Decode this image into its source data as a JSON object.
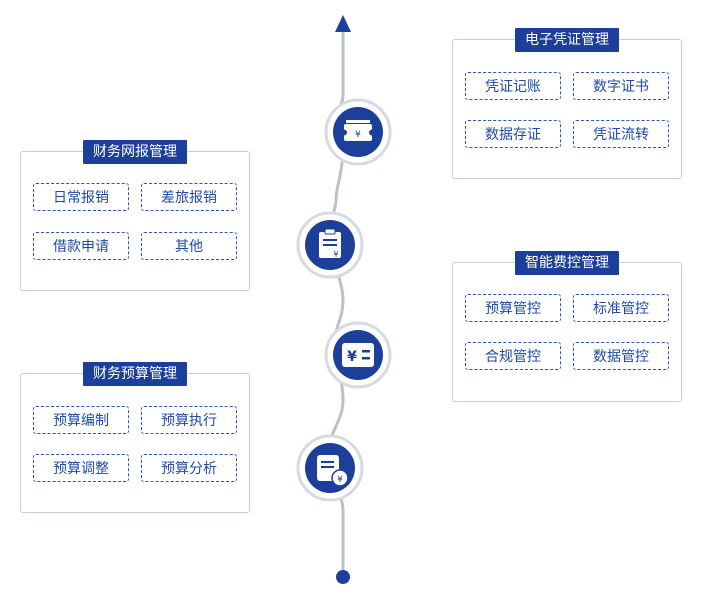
{
  "colors": {
    "primary": "#1d3f9c",
    "chip_text": "#1f4aa6",
    "line": "#bcc1c8"
  },
  "timeline": {
    "nodes": [
      {
        "icon": "ticket-icon"
      },
      {
        "icon": "clipboard-yen-icon"
      },
      {
        "icon": "yen-equals-icon"
      },
      {
        "icon": "document-yen-icon"
      }
    ]
  },
  "panels": {
    "voucher": {
      "title": "电子凭证管理",
      "items": [
        "凭证记账",
        "数字证书",
        "数据存证",
        "凭证流转"
      ]
    },
    "reimburse": {
      "title": "财务网报管理",
      "items": [
        "日常报销",
        "差旅报销",
        "借款申请",
        "其他"
      ]
    },
    "cost": {
      "title": "智能费控管理",
      "items": [
        "预算管控",
        "标准管控",
        "合规管控",
        "数据管控"
      ]
    },
    "budget": {
      "title": "财务预算管理",
      "items": [
        "预算编制",
        "预算执行",
        "预算调整",
        "预算分析"
      ]
    }
  }
}
